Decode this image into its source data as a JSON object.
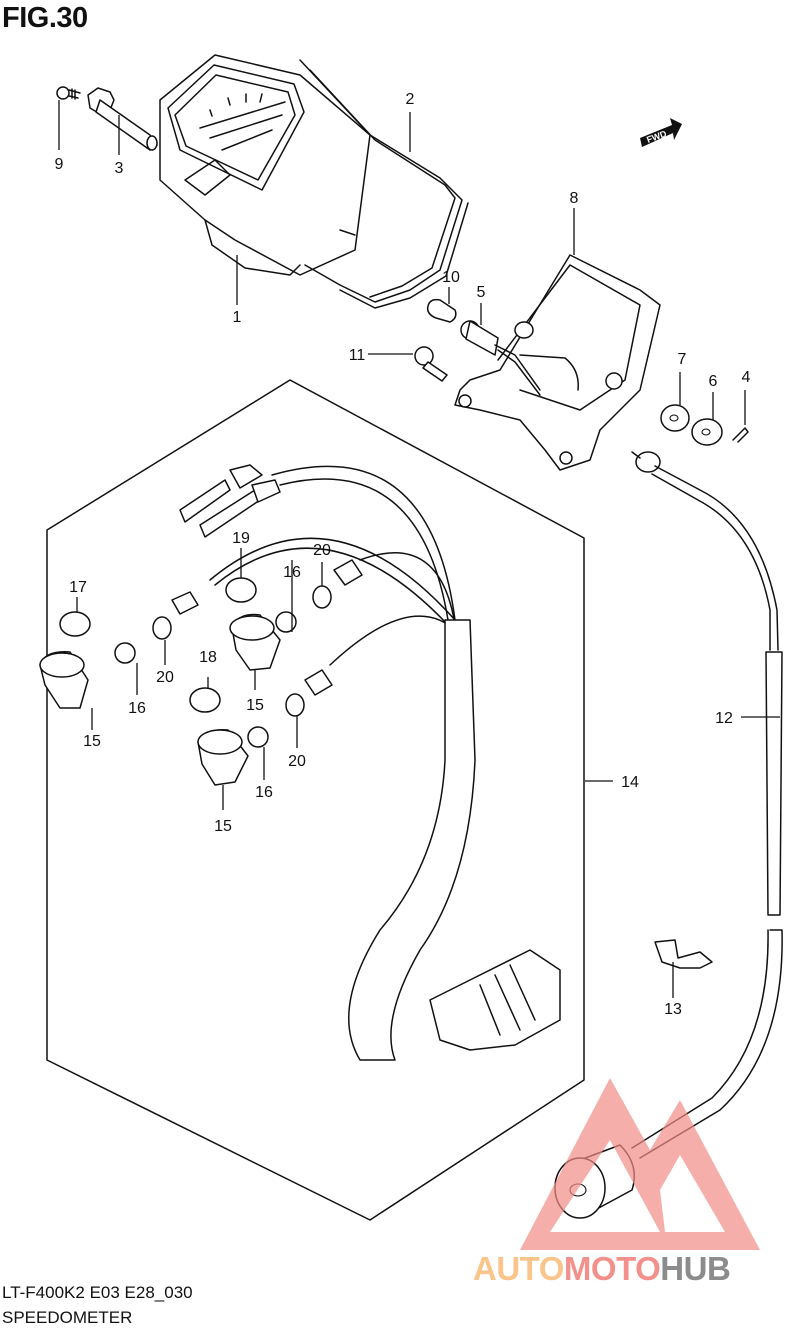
{
  "figure": {
    "title": "FIG.30",
    "model_code": "LT-F400K2 E03 E28_030",
    "section_name": "SPEEDOMETER",
    "direction_marker": "FWD"
  },
  "callouts": [
    {
      "id": "c1",
      "label": "1",
      "part": "speedometer-assembly"
    },
    {
      "id": "c2",
      "label": "2",
      "part": "speedometer-case"
    },
    {
      "id": "c3",
      "label": "3",
      "part": "gear-shaft"
    },
    {
      "id": "c4",
      "label": "4",
      "part": "clip"
    },
    {
      "id": "c5",
      "label": "5",
      "part": "bulb-socket"
    },
    {
      "id": "c6",
      "label": "6",
      "part": "washer"
    },
    {
      "id": "c7",
      "label": "7",
      "part": "cushion"
    },
    {
      "id": "c8",
      "label": "8",
      "part": "bracket"
    },
    {
      "id": "c9",
      "label": "9",
      "part": "screw"
    },
    {
      "id": "c10",
      "label": "10",
      "part": "bulb"
    },
    {
      "id": "c11",
      "label": "11",
      "part": "bolt"
    },
    {
      "id": "c12",
      "label": "12",
      "part": "speedometer-cable"
    },
    {
      "id": "c13",
      "label": "13",
      "part": "cable-clamp"
    },
    {
      "id": "c14",
      "label": "14",
      "part": "wiring-harness"
    },
    {
      "id": "c15a",
      "label": "15",
      "part": "socket-cover"
    },
    {
      "id": "c15b",
      "label": "15",
      "part": "socket-cover"
    },
    {
      "id": "c15c",
      "label": "15",
      "part": "socket-cover"
    },
    {
      "id": "c16a",
      "label": "16",
      "part": "grommet"
    },
    {
      "id": "c16b",
      "label": "16",
      "part": "grommet"
    },
    {
      "id": "c16c",
      "label": "16",
      "part": "grommet"
    },
    {
      "id": "c17",
      "label": "17",
      "part": "indicator-cap"
    },
    {
      "id": "c18",
      "label": "18",
      "part": "indicator-cap"
    },
    {
      "id": "c19",
      "label": "19",
      "part": "indicator-cap"
    },
    {
      "id": "c20a",
      "label": "20",
      "part": "bulb"
    },
    {
      "id": "c20b",
      "label": "20",
      "part": "bulb"
    },
    {
      "id": "c20c",
      "label": "20",
      "part": "bulb"
    }
  ],
  "watermark": {
    "parts": [
      {
        "text": "AUTO",
        "color": "#f9c58a"
      },
      {
        "text": "MOTO",
        "color": "#f2918c"
      },
      {
        "text": "HUB",
        "color": "#8c8c8c"
      }
    ],
    "logo_color": "#f28b86"
  }
}
